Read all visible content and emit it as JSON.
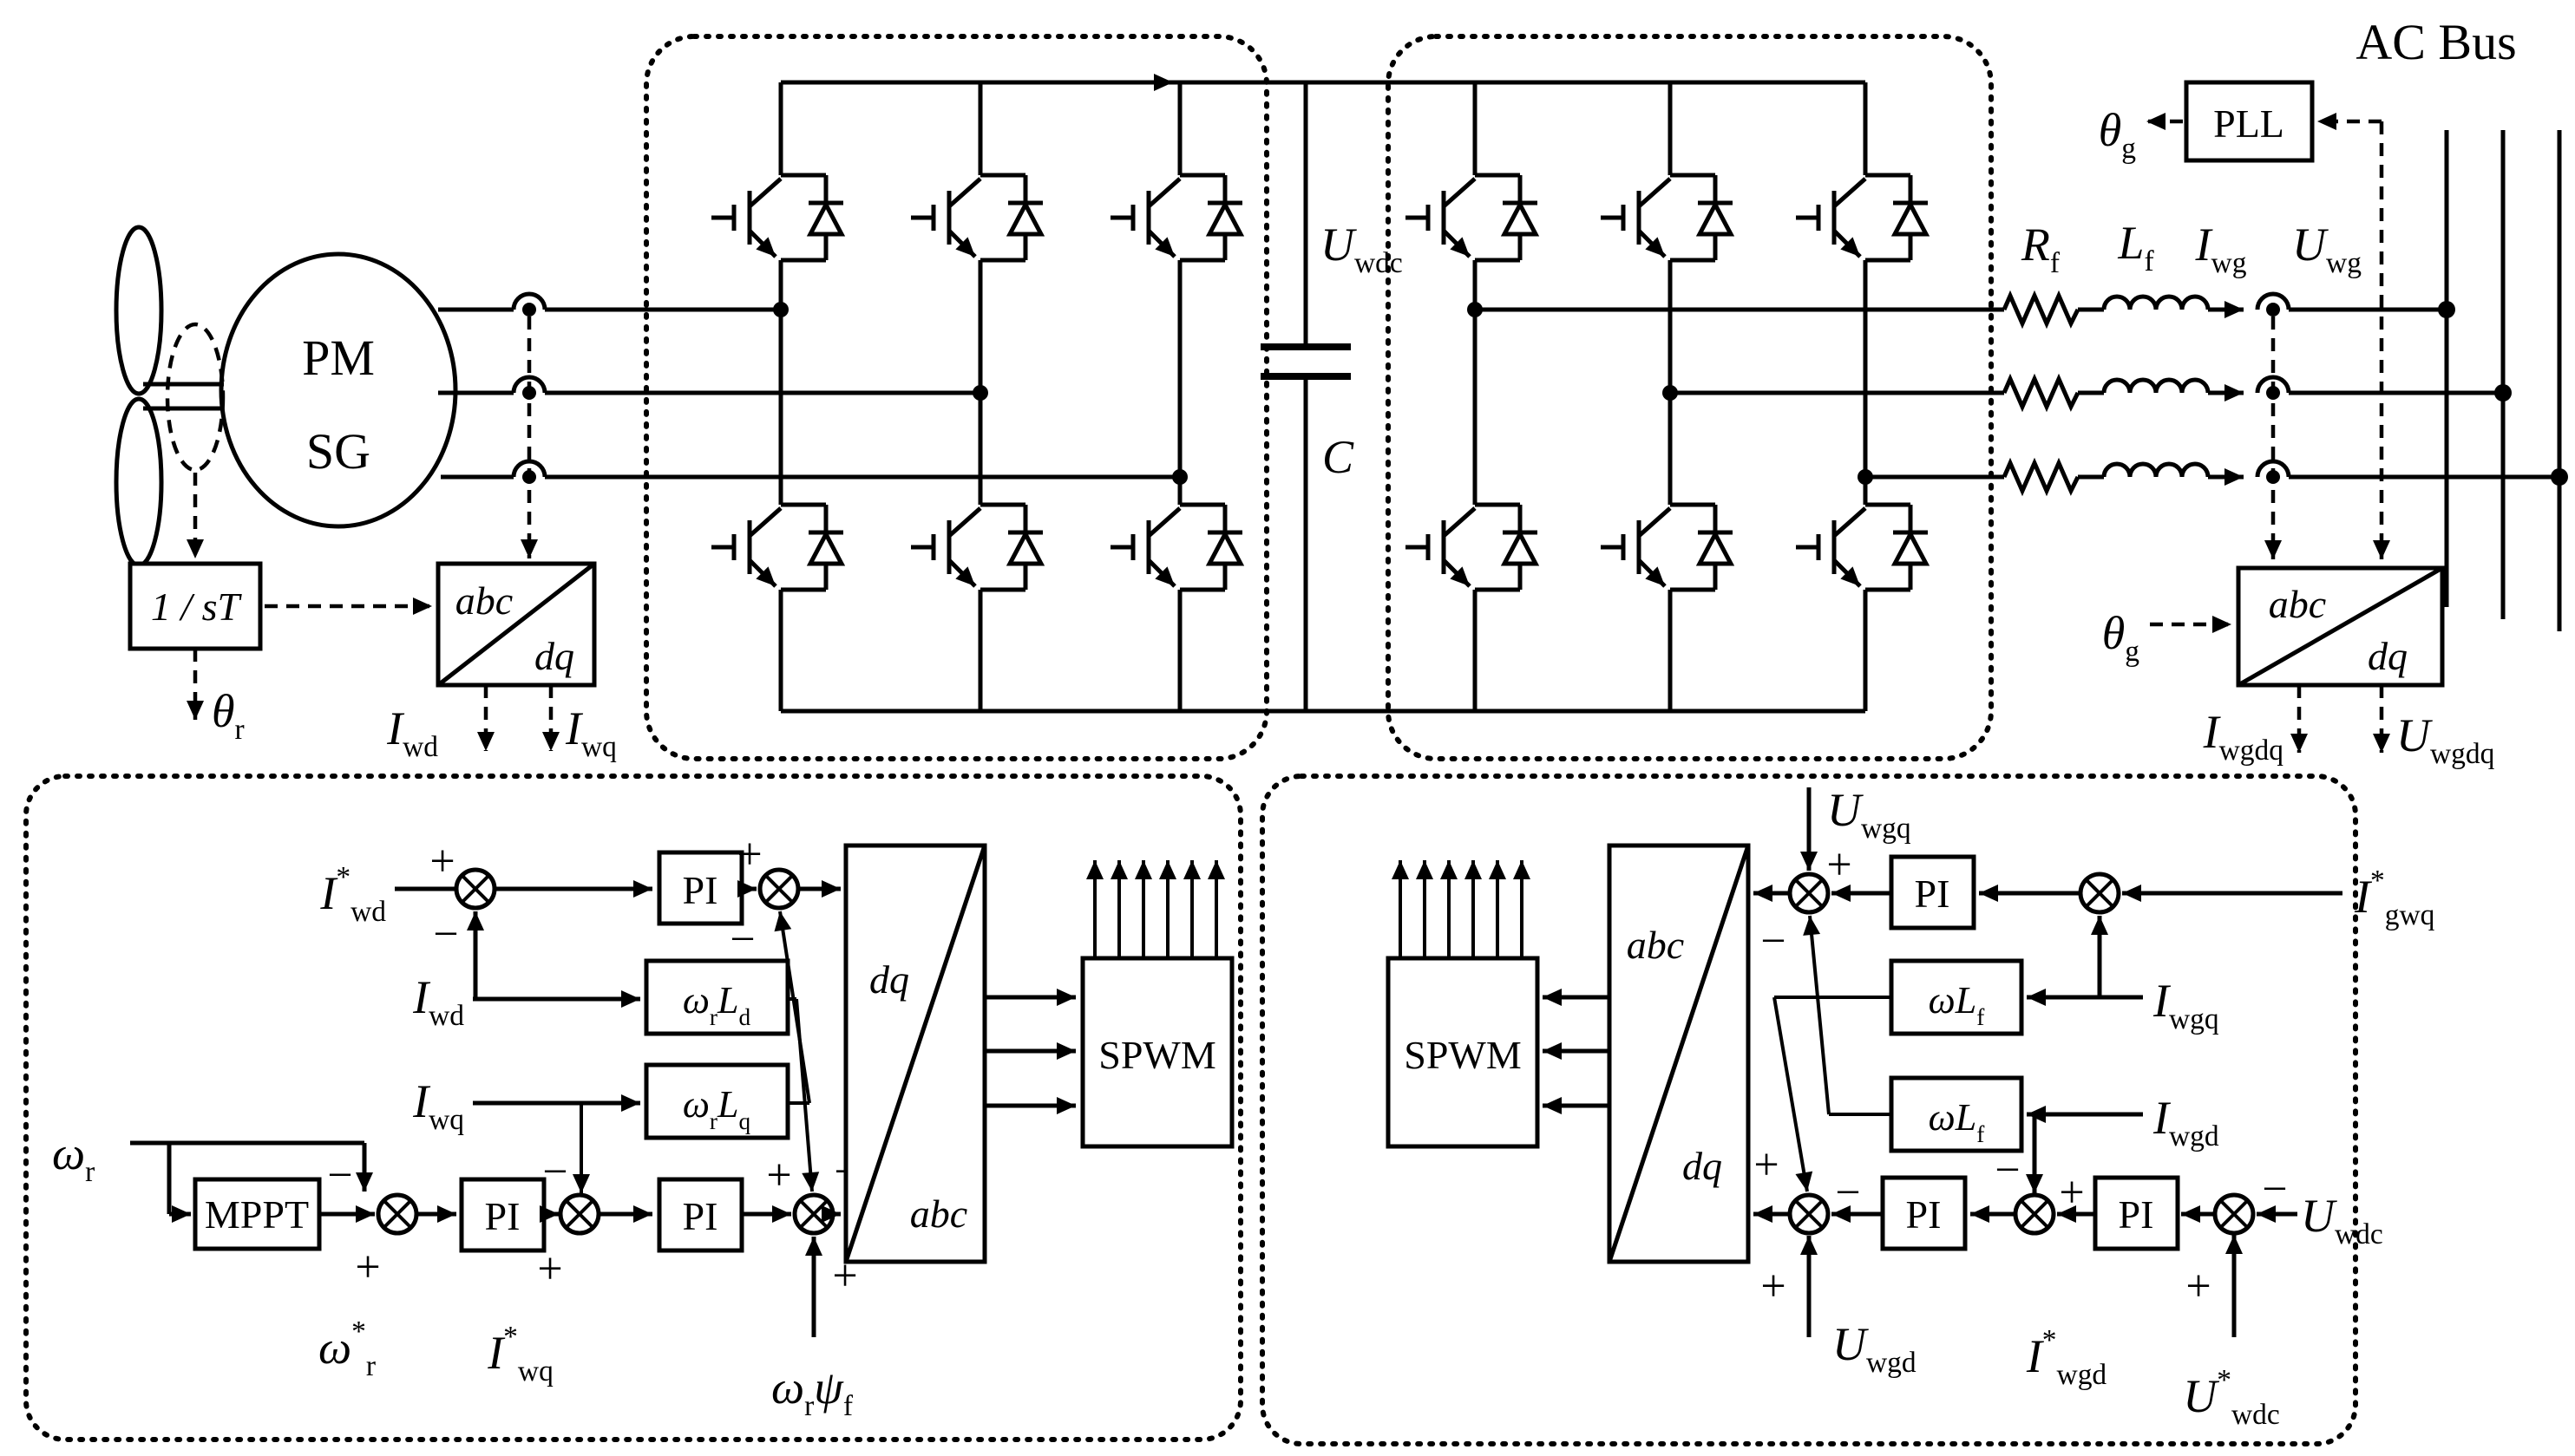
{
  "colors": {
    "machine_side": "#f2ddd8",
    "grid_side": "#e9efde",
    "line": "#000000",
    "background": "#ffffff"
  },
  "ui": {
    "plus": "+",
    "minus": "−"
  },
  "blocks": {
    "pi": "PI",
    "mppt": "MPPT",
    "spwm": "SPWM",
    "pll": "PLL",
    "abc": "abc",
    "dq": "dq",
    "integrator": "1 / sT",
    "capacitor": "C"
  },
  "top": {
    "generator_line1": "PM",
    "generator_line2": "SG",
    "ac_bus": "AC Bus",
    "theta_r": [
      {
        "t": "θ"
      },
      {
        "t": "r",
        "s": "sub"
      }
    ],
    "theta_g": [
      {
        "t": "θ"
      },
      {
        "t": "g",
        "s": "sub"
      }
    ],
    "theta_g2": [
      {
        "t": "θ"
      },
      {
        "t": "g",
        "s": "sub"
      }
    ],
    "i_wd": [
      {
        "t": "I"
      },
      {
        "t": "wd",
        "s": "sub"
      }
    ],
    "i_wq": [
      {
        "t": "I"
      },
      {
        "t": "wq",
        "s": "sub"
      }
    ],
    "u_wdc": [
      {
        "t": "U"
      },
      {
        "t": "wdc",
        "s": "sub"
      }
    ],
    "r_f": [
      {
        "t": "R"
      },
      {
        "t": "f",
        "s": "sub"
      }
    ],
    "l_f": [
      {
        "t": "L"
      },
      {
        "t": "f",
        "s": "sub"
      }
    ],
    "i_wg": [
      {
        "t": "I"
      },
      {
        "t": "wg",
        "s": "sub"
      }
    ],
    "u_wg": [
      {
        "t": "U"
      },
      {
        "t": "wg",
        "s": "sub"
      }
    ],
    "i_wgdq": [
      {
        "t": "I"
      },
      {
        "t": "wgdq",
        "s": "sub"
      }
    ],
    "u_wgdq": [
      {
        "t": "U"
      },
      {
        "t": "wgdq",
        "s": "sub"
      }
    ]
  },
  "machine_ctrl": {
    "i_wd_ref": [
      {
        "t": "I"
      },
      {
        "t": "*",
        "s": "sup"
      },
      {
        "t": "wd",
        "s": "sub"
      }
    ],
    "i_wd_fb": [
      {
        "t": "I"
      },
      {
        "t": "wd",
        "s": "sub"
      }
    ],
    "i_wq_fb": [
      {
        "t": "I"
      },
      {
        "t": "wq",
        "s": "sub"
      }
    ],
    "omega_r": [
      {
        "t": "ω"
      },
      {
        "t": "r",
        "s": "sub"
      }
    ],
    "omega_r_ref": [
      {
        "t": "ω"
      },
      {
        "t": "*",
        "s": "sup"
      },
      {
        "t": "r",
        "s": "sub"
      }
    ],
    "i_wq_ref": [
      {
        "t": "I"
      },
      {
        "t": "*",
        "s": "sup"
      },
      {
        "t": "wq",
        "s": "sub"
      }
    ],
    "wr_ld": [
      {
        "t": "ω"
      },
      {
        "t": "r",
        "s": "sub"
      },
      {
        "t": "L"
      },
      {
        "t": "d",
        "s": "sub"
      }
    ],
    "wr_lq": [
      {
        "t": "ω"
      },
      {
        "t": "r",
        "s": "sub"
      },
      {
        "t": "L"
      },
      {
        "t": "q",
        "s": "sub"
      }
    ],
    "wr_psi_f": [
      {
        "t": "ω"
      },
      {
        "t": "r",
        "s": "sub"
      },
      {
        "t": "ψ"
      },
      {
        "t": "f",
        "s": "sub"
      }
    ]
  },
  "grid_ctrl": {
    "u_wgq": [
      {
        "t": "U"
      },
      {
        "t": "wgq",
        "s": "sub"
      }
    ],
    "i_gwq_ref": [
      {
        "t": "I"
      },
      {
        "t": "*",
        "s": "sup"
      },
      {
        "t": "gwq",
        "s": "sub"
      }
    ],
    "w_lf": [
      {
        "t": "ω"
      },
      {
        "t": "L"
      },
      {
        "t": "f",
        "s": "sub"
      }
    ],
    "i_wgq": [
      {
        "t": "I"
      },
      {
        "t": "wgq",
        "s": "sub"
      }
    ],
    "i_wgd": [
      {
        "t": "I"
      },
      {
        "t": "wgd",
        "s": "sub"
      }
    ],
    "u_wgd": [
      {
        "t": "U"
      },
      {
        "t": "wgd",
        "s": "sub"
      }
    ],
    "i_wgd_ref": [
      {
        "t": "I"
      },
      {
        "t": "*",
        "s": "sup"
      },
      {
        "t": "wgd",
        "s": "sub"
      }
    ],
    "u_wdc": [
      {
        "t": "U"
      },
      {
        "t": "wdc",
        "s": "sub"
      }
    ],
    "u_wdc_ref": [
      {
        "t": "U"
      },
      {
        "t": "*",
        "s": "sup"
      },
      {
        "t": "wdc",
        "s": "sub"
      }
    ]
  }
}
